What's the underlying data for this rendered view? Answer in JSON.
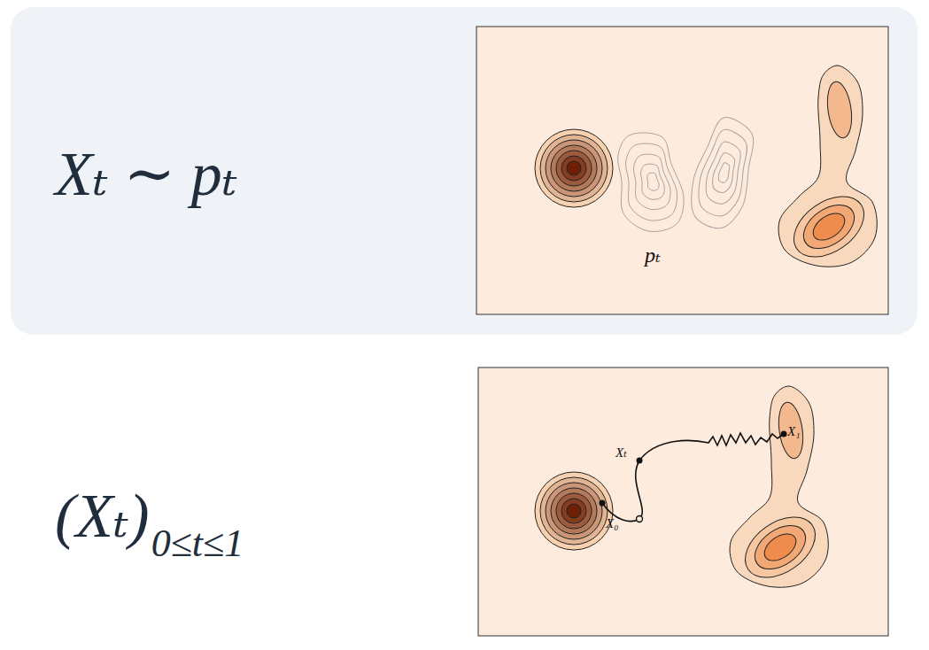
{
  "diagram": {
    "labels": [
      "Xₜ ∼ pₜ",
      "pₜ",
      "(Xₜ)",
      "0≤t≤1",
      "Xₜ",
      "X₀",
      "X₁"
    ]
  }
}
